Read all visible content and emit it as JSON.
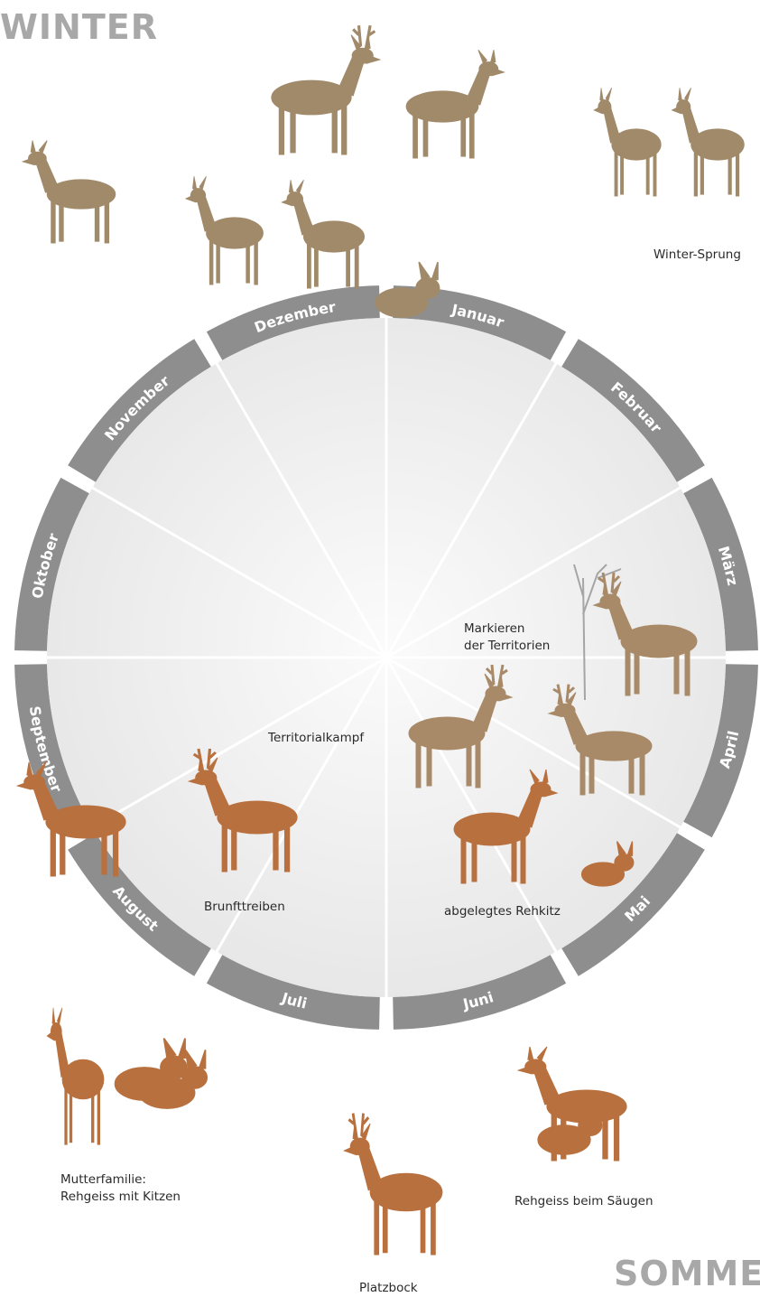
{
  "seasons": {
    "winter": "WINTER",
    "summer": "SOMMER"
  },
  "months": [
    "Januar",
    "Februar",
    "März",
    "April",
    "Mai",
    "Juni",
    "Juli",
    "August",
    "September",
    "Oktober",
    "November",
    "Dezember"
  ],
  "captions": {
    "winter_sprung": "Winter-Sprung",
    "markieren_line1": "Markieren",
    "markieren_line2": "der Territorien",
    "territorialkampf": "Territorialkampf",
    "brunfttreiben": "Brunfttreiben",
    "abgelegtes_rehkitz": "abgelegtes Rehkitz",
    "mutterfamilie_line1": "Mutterfamilie:",
    "mutterfamilie_line2": "Rehgeiss mit Kitzen",
    "saeugen": "Rehgeiss beim Säugen",
    "platzbock": "Platzbock"
  },
  "colors": {
    "ring": "#8e8e8e",
    "disc": "#f1f1f1",
    "winter_coat": "#a08a6a",
    "summer_coat": "#b8703e"
  }
}
